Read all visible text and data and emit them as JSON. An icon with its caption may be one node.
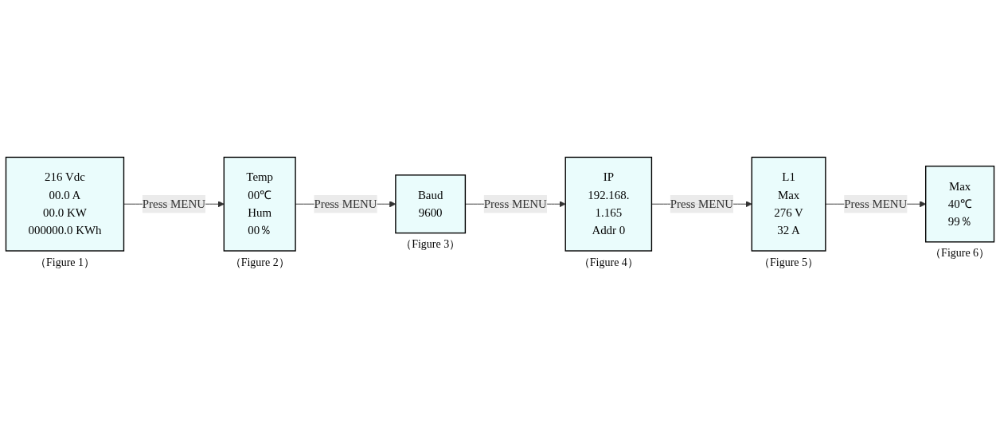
{
  "diagram": {
    "nodes": [
      {
        "text": [
          "216 Vdc",
          "00.0 A",
          "00.0 KW",
          "000000.0 KWh"
        ],
        "beside": [
          "（Figure 1）"
        ]
      },
      {
        "text": [
          "Temp",
          "00℃",
          "Hum",
          "00％"
        ],
        "beside": [
          "（Figure 2）"
        ]
      },
      {
        "text": [
          "Baud",
          "9600"
        ],
        "beside": [
          "（Figure 3）"
        ]
      },
      {
        "text": [
          "IP",
          "192.168.",
          "1.165",
          "Addr 0"
        ],
        "beside": [
          "（Figure 4）"
        ]
      },
      {
        "text": [
          "Max",
          "40℃",
          "99％"
        ],
        "beside": [
          "（Figure 6）"
        ]
      },
      {
        "text": [
          "L1",
          "Max",
          "276 V",
          "32 A"
        ],
        "beside": [
          "（Figure 5）"
        ]
      }
    ],
    "edges": [
      {
        "from": 0,
        "to": 1,
        "arrow": "to",
        "label": "Press MENU"
      },
      {
        "from": 1,
        "to": 2,
        "arrow": "to",
        "label": "Press MENU"
      },
      {
        "from": 2,
        "to": 3,
        "arrow": "to",
        "label": "Press MENU"
      },
      {
        "from": 3,
        "to": 5,
        "arrow": "to",
        "label": "Press MENU"
      },
      {
        "from": 5,
        "to": 4,
        "arrow": "to",
        "label": "Press MENU"
      }
    ]
  }
}
